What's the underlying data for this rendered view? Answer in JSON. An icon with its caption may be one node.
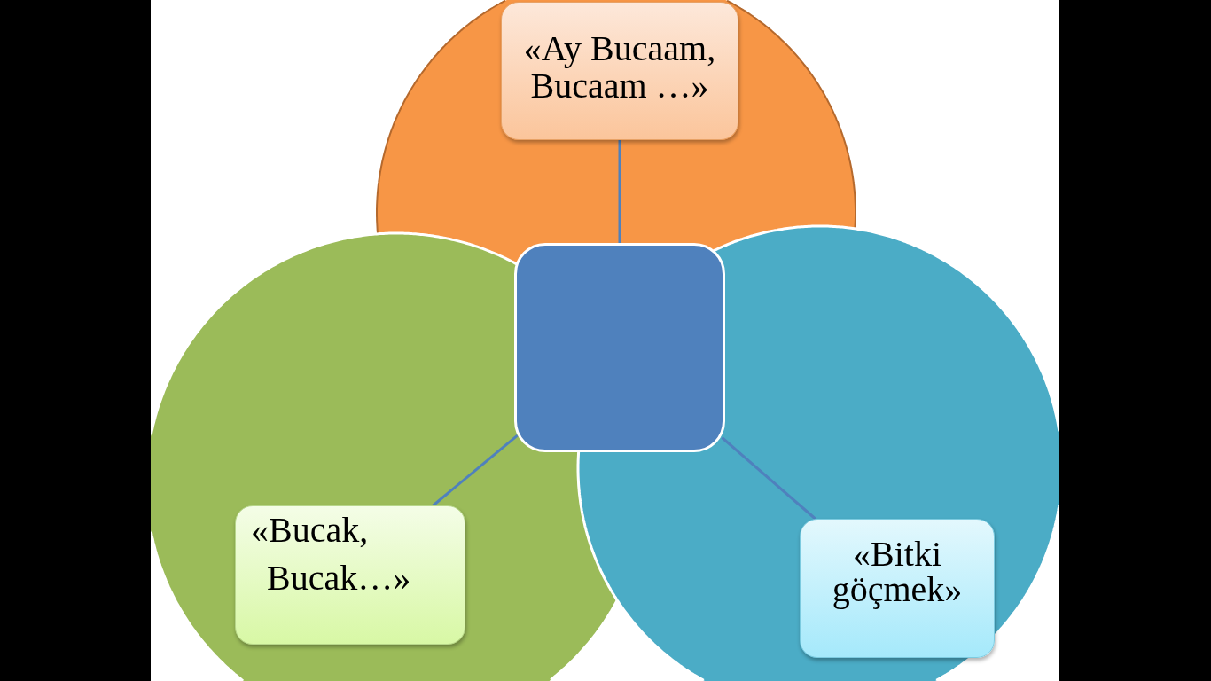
{
  "diagram": {
    "nodes": [
      {
        "text": [],
        "shape": "circle"
      },
      {
        "text": [
          "«Ay Bucaam, Bucaam …»"
        ],
        "in": 0
      },
      {
        "text": [],
        "shape": "box"
      },
      {
        "text": [],
        "shape": "circle"
      },
      {
        "text": [
          "«Bucak, Bucak…»"
        ],
        "in": 3
      },
      {
        "text": [],
        "shape": "circle"
      },
      {
        "text": [
          "«Bitki göçmek»"
        ],
        "in": 5
      }
    ],
    "edges": [
      {
        "from": 2,
        "to": 1,
        "arrow": "none"
      },
      {
        "from": 2,
        "to": 4,
        "arrow": "none"
      },
      {
        "from": 2,
        "to": 6,
        "arrow": "none"
      }
    ]
  }
}
